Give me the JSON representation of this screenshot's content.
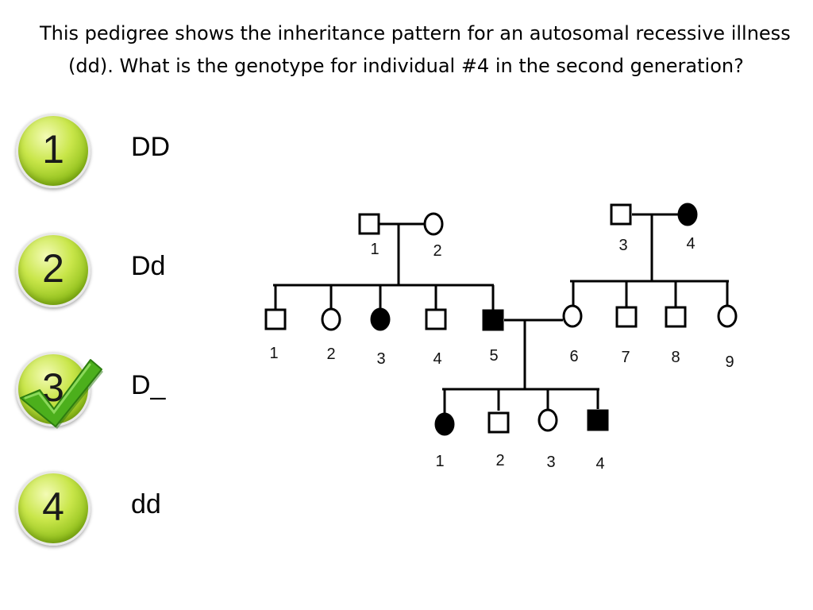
{
  "question": "This pedigree shows the inheritance pattern for an autosomal recessive illness (dd). What is the genotype for individual #4 in the second generation?",
  "choices": [
    {
      "number": "1",
      "label": "DD",
      "correct": false
    },
    {
      "number": "2",
      "label": "Dd",
      "correct": false
    },
    {
      "number": "3",
      "label": "D_",
      "correct": true
    },
    {
      "number": "4",
      "label": "dd",
      "correct": false
    }
  ],
  "colors": {
    "badge": "#a6d22a",
    "check": "#4caf1c",
    "affected": "#000000"
  },
  "icons": {
    "correct": "checkmark-icon"
  },
  "pedigree": {
    "gen1_left": [
      {
        "label": "1",
        "sex": "male",
        "affected": false
      },
      {
        "label": "2",
        "sex": "female",
        "affected": false
      }
    ],
    "gen1_right": [
      {
        "label": "3",
        "sex": "male",
        "affected": false
      },
      {
        "label": "4",
        "sex": "female",
        "affected": true
      }
    ],
    "gen2": [
      {
        "label": "1",
        "sex": "male",
        "affected": false
      },
      {
        "label": "2",
        "sex": "female",
        "affected": false
      },
      {
        "label": "3",
        "sex": "female",
        "affected": true
      },
      {
        "label": "4",
        "sex": "male",
        "affected": false
      },
      {
        "label": "5",
        "sex": "male",
        "affected": true
      },
      {
        "label": "6",
        "sex": "female",
        "affected": false
      },
      {
        "label": "7",
        "sex": "male",
        "affected": false
      },
      {
        "label": "8",
        "sex": "male",
        "affected": false
      },
      {
        "label": "9",
        "sex": "female",
        "affected": false
      }
    ],
    "gen3": [
      {
        "label": "1",
        "sex": "female",
        "affected": true
      },
      {
        "label": "2",
        "sex": "male",
        "affected": false
      },
      {
        "label": "3",
        "sex": "female",
        "affected": false
      },
      {
        "label": "4",
        "sex": "male",
        "affected": true
      }
    ]
  }
}
